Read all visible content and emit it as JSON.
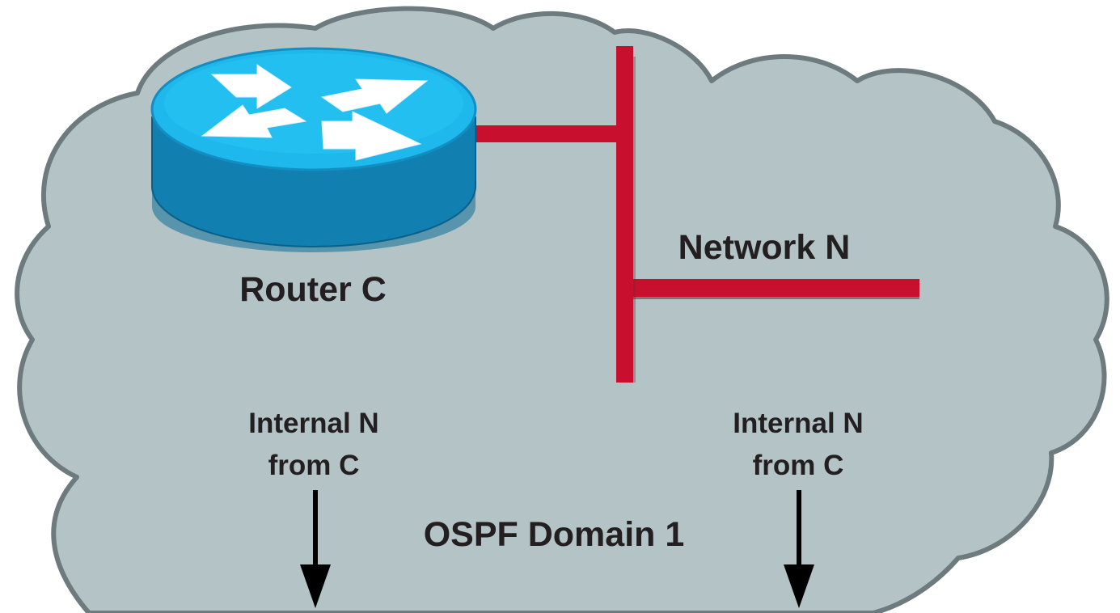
{
  "diagram": {
    "router": {
      "label": "Router C"
    },
    "network": {
      "label": "Network N"
    },
    "domain": {
      "label": "OSPF Domain 1"
    },
    "annotations": [
      {
        "line1": "Internal N",
        "line2": "from C"
      },
      {
        "line1": "Internal N",
        "line2": "from C"
      }
    ],
    "colors": {
      "cloud_fill": "#b4c3c6",
      "cloud_stroke": "#6e7b7e",
      "network_red": "#c8102e",
      "router_top": "#1fb8ec",
      "router_side": "#117fb0",
      "arrow_black": "#000000"
    },
    "icons": {
      "router": "router-icon",
      "arrow": "arrow-down-icon"
    }
  }
}
